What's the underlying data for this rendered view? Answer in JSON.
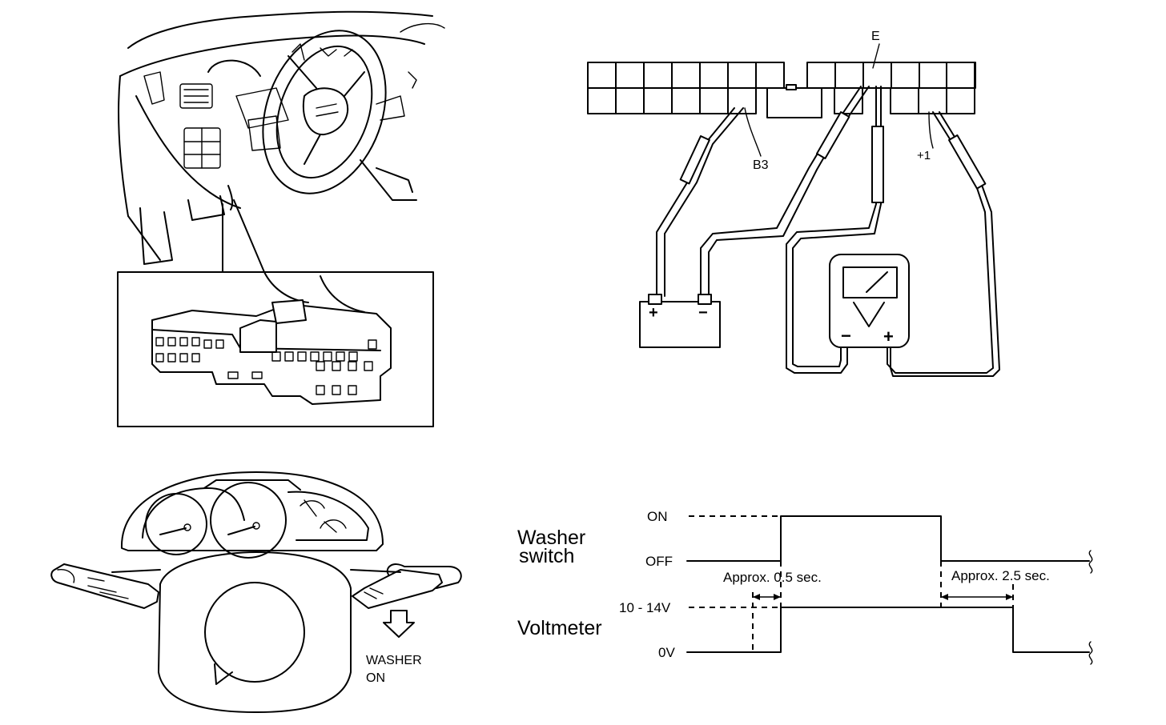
{
  "connector": {
    "terminal_e": "E",
    "terminal_b3": "B3",
    "terminal_plus1": "+1"
  },
  "battery": {
    "pos_symbol": "+",
    "neg_symbol": "−"
  },
  "voltmeter": {
    "neg_symbol": "−",
    "pos_symbol": "+"
  },
  "stalk": {
    "action_line1": "WASHER",
    "action_line2": "ON"
  },
  "timing": {
    "washer_label_line1": "Washer",
    "washer_label_line2": "switch",
    "voltmeter_label": "Voltmeter",
    "on_level": "ON",
    "off_level": "OFF",
    "high_level": "10 - 14V",
    "zero_level": "0V",
    "delay1": "Approx. 0.5 sec.",
    "delay2": "Approx. 2.5 sec."
  }
}
